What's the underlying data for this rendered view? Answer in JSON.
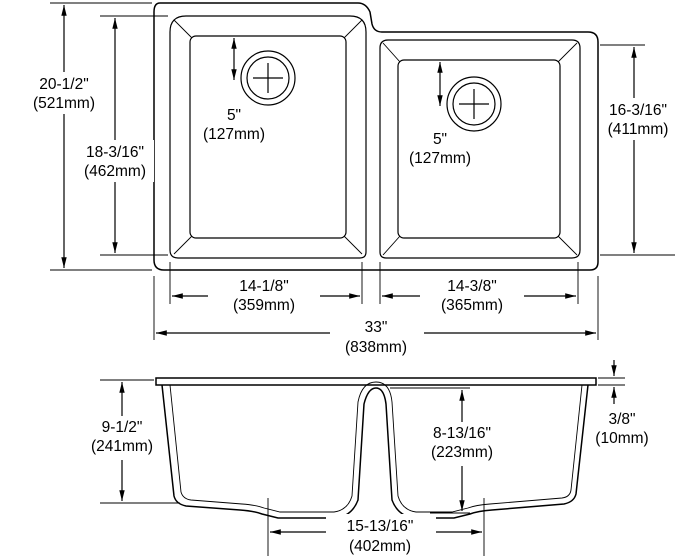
{
  "top_view": {
    "overall_depth": {
      "imperial": "20-1/2\"",
      "metric": "(521mm)"
    },
    "left_bowl_depth": {
      "imperial": "18-3/16\"",
      "metric": "(462mm)"
    },
    "right_bowl_depth": {
      "imperial": "16-3/16\"",
      "metric": "(411mm)"
    },
    "left_drain_offset": {
      "imperial": "5\"",
      "metric": "(127mm)"
    },
    "right_drain_offset": {
      "imperial": "5\"",
      "metric": "(127mm)"
    },
    "left_bowl_width": {
      "imperial": "14-1/8\"",
      "metric": "(359mm)"
    },
    "right_bowl_width": {
      "imperial": "14-3/8\"",
      "metric": "(365mm)"
    },
    "overall_width": {
      "imperial": "33\"",
      "metric": "(838mm)"
    }
  },
  "front_view": {
    "overall_height": {
      "imperial": "9-1/2\"",
      "metric": "(241mm)"
    },
    "divider_height": {
      "imperial": "8-13/16\"",
      "metric": "(223mm)"
    },
    "rim_thickness": {
      "imperial": "3/8\"",
      "metric": "(10mm)"
    },
    "drain_spacing": {
      "imperial": "15-13/16\"",
      "metric": "(402mm)"
    }
  }
}
